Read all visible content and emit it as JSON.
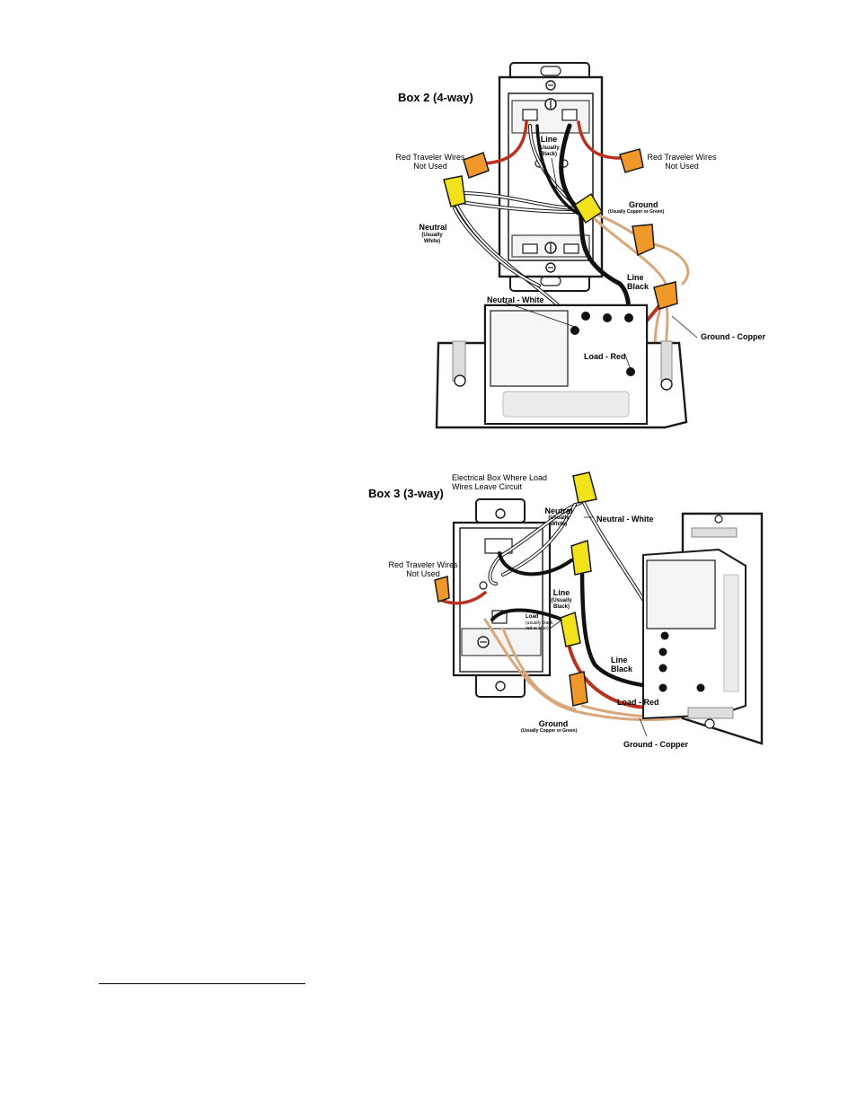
{
  "diagram_box2": {
    "title": "Box 2 (4-way)",
    "labels": {
      "red_traveler_left": "Red Traveler Wires\nNot Used",
      "red_traveler_right": "Red Traveler Wires\nNot Used",
      "line_title": "Line",
      "line_sub": "(Usually\nBlack)",
      "ground_title": "Ground",
      "ground_sub": "(Usually Copper or Green)",
      "neutral_title": "Neutral",
      "neutral_sub": "(Usually\nWhite)",
      "line_black": "Line\nBlack",
      "neutral_white": "Neutral - White",
      "ground_copper": "Ground - Copper",
      "load_red": "Load - Red"
    }
  },
  "diagram_box3": {
    "title": "Box 3 (3-way)",
    "labels": {
      "electrical_box": "Electrical Box Where Load\nWires Leave Circuit",
      "neutral_title": "Neutral",
      "neutral_sub": "(Usually\nWhite)",
      "neutral_white": "Neutral - White",
      "red_traveler": "Red Traveler Wires\nNot Used",
      "line_title": "Line",
      "line_sub": "(Usually\nBlack)",
      "load_title": "Load",
      "load_sub": "(usually black,\nred or blue)",
      "line_black": "Line\nBlack",
      "load_red": "Load - Red",
      "ground_title": "Ground",
      "ground_sub": "(Usually Copper or Green)",
      "ground_copper": "Ground - Copper"
    }
  },
  "colors": {
    "wire_black": "#111111",
    "wire_red": "#b8321f",
    "wire_copper": "#d9a77c",
    "wire_white": "#ffffff",
    "nut_yellow": "#f2e21c",
    "nut_orange": "#f0982a",
    "outline": "#1a1a1a"
  }
}
